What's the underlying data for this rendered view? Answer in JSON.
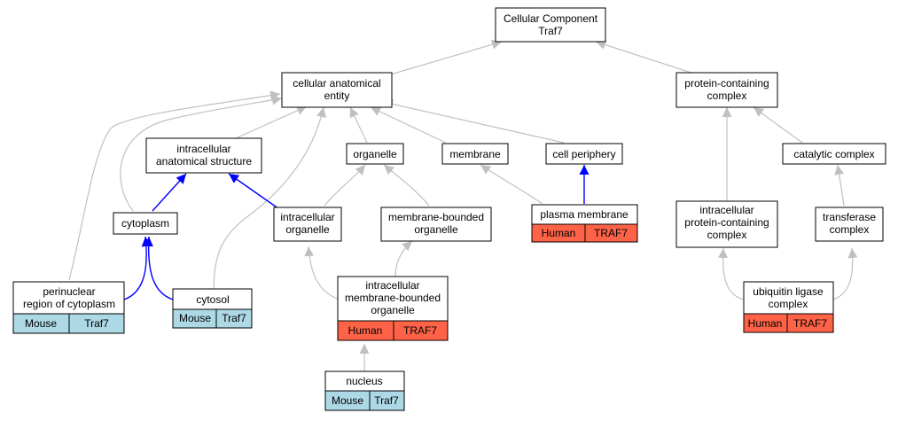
{
  "colors": {
    "gray_edge": "#c0c0c0",
    "blue_edge": "#0000ff",
    "human": "#ff6347",
    "mouse": "#add8e6",
    "node_bg": "#ffffff",
    "border": "#000000"
  },
  "nodes": {
    "root": {
      "lines": [
        "Cellular Component",
        "Traf7"
      ]
    },
    "cellular_anatomical_entity": {
      "lines": [
        "cellular anatomical",
        "entity"
      ]
    },
    "protein_containing_complex": {
      "lines": [
        "protein-containing",
        "complex"
      ]
    },
    "intracellular_anatomical_structure": {
      "lines": [
        "intracellular",
        "anatomical structure"
      ]
    },
    "organelle": {
      "lines": [
        "organelle"
      ]
    },
    "membrane": {
      "lines": [
        "membrane"
      ]
    },
    "cell_periphery": {
      "lines": [
        "cell periphery"
      ]
    },
    "catalytic_complex": {
      "lines": [
        "catalytic complex"
      ]
    },
    "cytoplasm": {
      "lines": [
        "cytoplasm"
      ]
    },
    "intracellular_organelle": {
      "lines": [
        "intracellular",
        "organelle"
      ]
    },
    "membrane_bounded_organelle": {
      "lines": [
        "membrane-bounded",
        "organelle"
      ]
    },
    "plasma_membrane": {
      "lines": [
        "plasma membrane"
      ],
      "annotations": [
        "Human",
        "TRAF7"
      ]
    },
    "intracellular_protein_containing_complex": {
      "lines": [
        "intracellular",
        "protein-containing",
        "complex"
      ]
    },
    "transferase_complex": {
      "lines": [
        "transferase",
        "complex"
      ]
    },
    "perinuclear_region": {
      "lines": [
        "perinuclear",
        "region of cytoplasm"
      ],
      "annotations": [
        "Mouse",
        "Traf7"
      ]
    },
    "cytosol": {
      "lines": [
        "cytosol"
      ],
      "annotations": [
        "Mouse",
        "Traf7"
      ]
    },
    "intracellular_membrane_bounded_organelle": {
      "lines": [
        "intracellular",
        "membrane-bounded",
        "organelle"
      ],
      "annotations": [
        "Human",
        "TRAF7"
      ]
    },
    "ubiquitin_ligase_complex": {
      "lines": [
        "ubiquitin ligase",
        "complex"
      ],
      "annotations": [
        "Human",
        "TRAF7"
      ]
    },
    "nucleus": {
      "lines": [
        "nucleus"
      ],
      "annotations": [
        "Mouse",
        "Traf7"
      ]
    }
  }
}
